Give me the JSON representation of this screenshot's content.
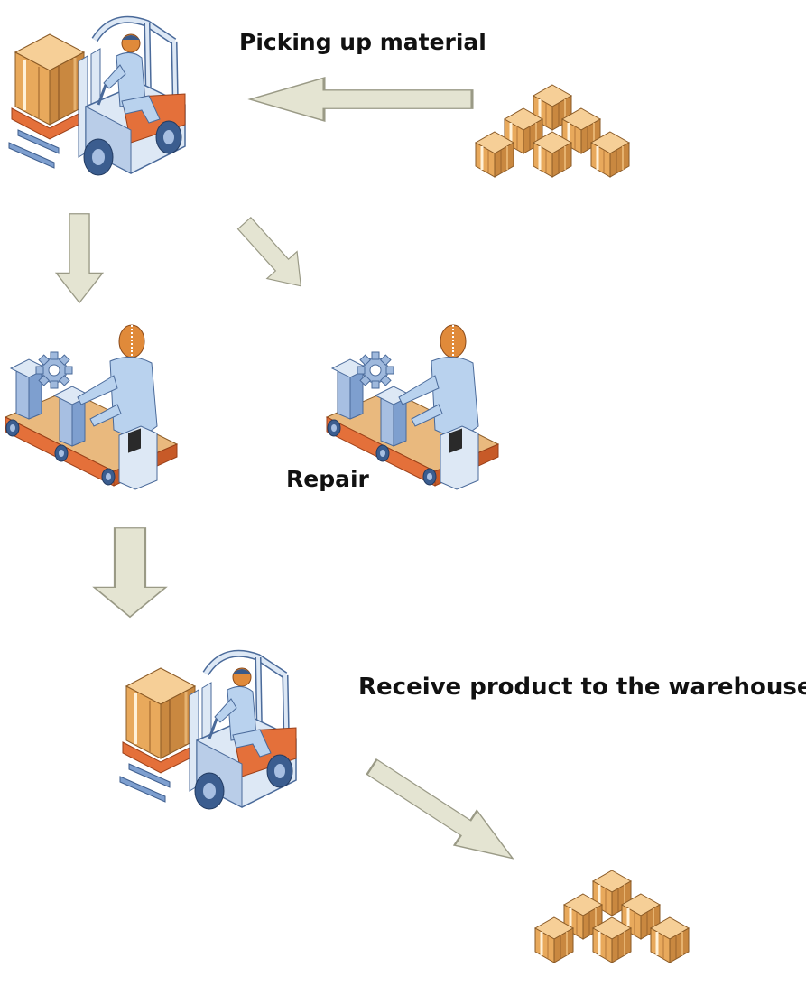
{
  "labels": {
    "picking_up_material": "Picking up material",
    "repair": "Repair",
    "receive_product": "Receive product to the warehouse"
  },
  "colors": {
    "arrow_fill": "#e4e4d2",
    "arrow_stroke": "#9a9a86",
    "box_light": "#f6cf97",
    "box_mid": "#e8a95c",
    "box_dark": "#c07a36",
    "forklift_blue": "#9fb9dd",
    "forklift_body": "#dde8f5",
    "orange": "#e4703a",
    "skin": "#e08a3a",
    "conveyor_tan": "#e9b97e"
  },
  "icons": [
    "forklift-with-crate-icon",
    "box-stack-icon",
    "assembly-worker-icon",
    "repair-worker-icon",
    "flow-arrow-icon"
  ]
}
